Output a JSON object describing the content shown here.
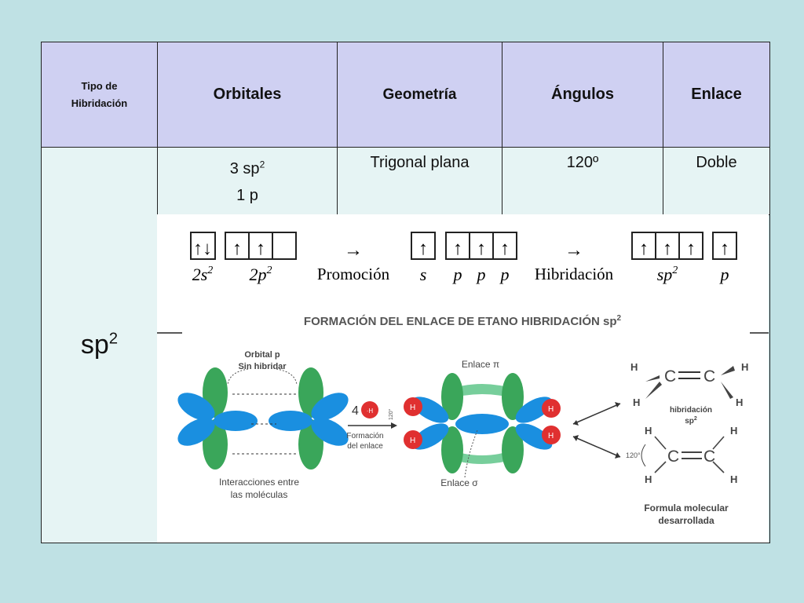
{
  "table": {
    "headers": {
      "tipo_line1": "Tipo de",
      "tipo_line2": "Hibridación",
      "orbitales": "Orbitales",
      "geometria": "Geometría",
      "angulos": "Ángulos",
      "enlace": "Enlace"
    },
    "row": {
      "hibridacion_base": "sp",
      "hibridacion_sup": "2",
      "orbitales_line1_base": "3 sp",
      "orbitales_line1_sup": "2",
      "orbitales_line2": "1 p",
      "geometria": "Trigonal plana",
      "angulos": "120º",
      "enlace": "Doble"
    }
  },
  "orbital_diagram": {
    "ground": {
      "s_label": "2s",
      "s_sup": "2",
      "p_label": "2p",
      "p_sup": "2"
    },
    "arrow1": "→",
    "step1": "Promoción",
    "promoted": {
      "s": "s",
      "p1": "p",
      "p2": "p",
      "p3": "p"
    },
    "arrow2": "→",
    "step2": "Hibridación",
    "hybrid": {
      "sp_label": "sp",
      "sp_sup": "2",
      "p_label": "p"
    }
  },
  "formation": {
    "title_main": "FORMACIÓN DEL ENLACE DE ETANO HIBRIDACIÓN sp",
    "title_sup": "2",
    "orbital_p_line1": "Orbital p",
    "orbital_p_line2": "Sin hibridar",
    "interacciones_line1": "Interacciones entre",
    "interacciones_line2": "las moléculas",
    "num_h": "4",
    "h_label": "H",
    "h_plus": "·H",
    "formacion_line1": "Formación",
    "formacion_line2": "del enlace",
    "angle_small": "120°",
    "enlace_pi": "Enlace π",
    "enlace_sigma": "Enlace σ",
    "carbon": "C",
    "hib_line1": "hibridación",
    "hib_line2": "sp",
    "hib_sup": "2",
    "angle_120": "120°",
    "formula_line1": "Formula molecular",
    "formula_line2": "desarrollada"
  },
  "colors": {
    "header_bg": "#cfd0f2",
    "cell_bg": "#e6f4f4",
    "slide_bg": "#bfe1e4",
    "orbital_blue": "#1a8fe0",
    "orbital_green": "#3aa65a",
    "hydrogen_red": "#e03030"
  }
}
